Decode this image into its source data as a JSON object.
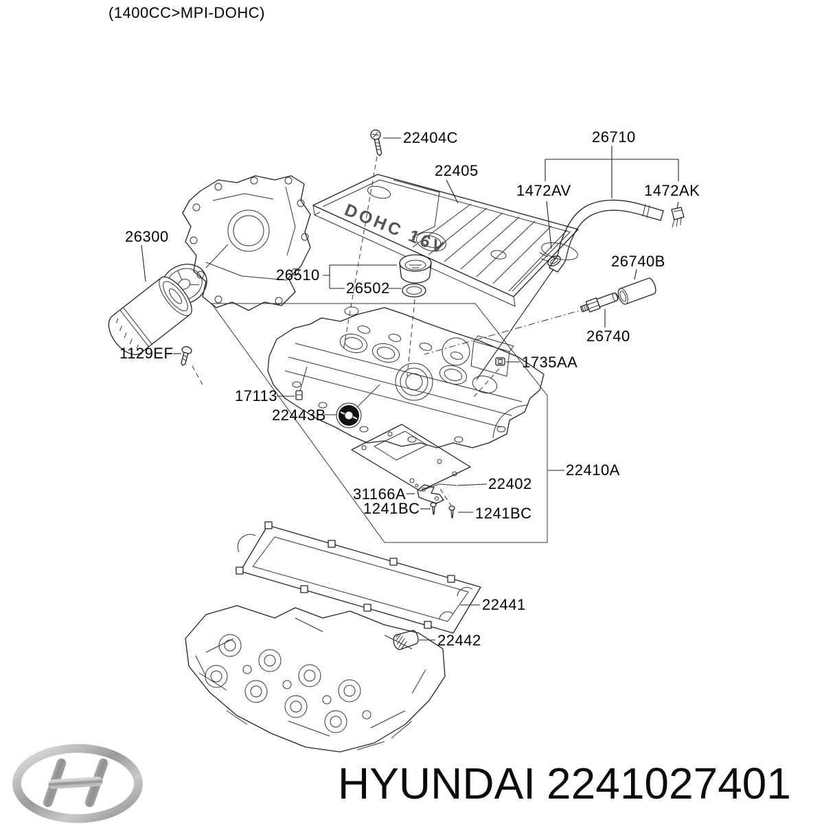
{
  "header": {
    "engine_spec": "(1400CC>MPI-DOHC)"
  },
  "footer": {
    "brand": "HYUNDAI",
    "part_number": "2241027401"
  },
  "logo": {
    "name": "hyundai-logo"
  },
  "colors": {
    "background": "#ffffff",
    "line": "#222222",
    "text": "#000000",
    "logo_silver": "#b5b5b5"
  },
  "diagram": {
    "embossed_text": "DOHC 16V",
    "labels": [
      {
        "text": "22404C"
      },
      {
        "text": "22405"
      },
      {
        "text": "26710"
      },
      {
        "text": "1472AV"
      },
      {
        "text": "1472AK"
      },
      {
        "text": "26300"
      },
      {
        "text": "26510"
      },
      {
        "text": "26502"
      },
      {
        "text": "26740B"
      },
      {
        "text": "26740"
      },
      {
        "text": "1129EF"
      },
      {
        "text": "1735AA"
      },
      {
        "text": "17113"
      },
      {
        "text": "22443B"
      },
      {
        "text": "22410A"
      },
      {
        "text": "22402"
      },
      {
        "text": "31166A"
      },
      {
        "text": "1241BC"
      },
      {
        "text": "1241BC"
      },
      {
        "text": "22441"
      },
      {
        "text": "22442"
      }
    ]
  }
}
